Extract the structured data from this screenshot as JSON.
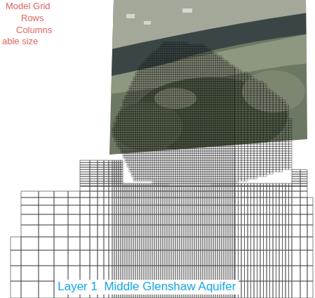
{
  "diagram": {
    "labels": [
      "Model Grid",
      "Rows",
      "Columns",
      "able size",
      "Layer 1  Middle Glenshaw Aquifer"
    ]
  }
}
